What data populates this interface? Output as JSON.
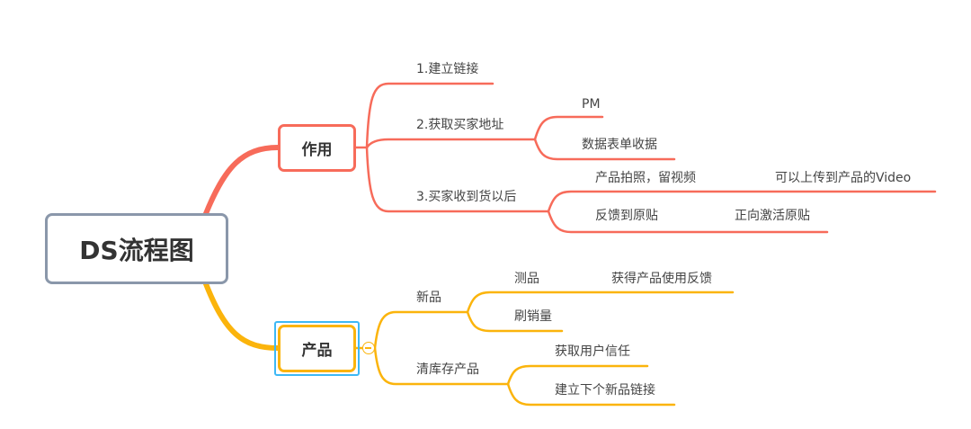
{
  "colors": {
    "red": "#F76B5A",
    "yellow": "#FBB40C",
    "root_border": "#8A97AA",
    "selection": "#3DB8F5"
  },
  "root": {
    "label": "DS流程图"
  },
  "branches": [
    {
      "label": "作用",
      "children": [
        {
          "label": "1.建立链接"
        },
        {
          "label": "2.获取买家地址",
          "children": [
            {
              "label": "PM"
            },
            {
              "label": "数据表单收据"
            }
          ]
        },
        {
          "label": "3.买家收到货以后",
          "children": [
            {
              "label": "产品拍照，留视频",
              "children": [
                {
                  "label": "可以上传到产品的Video"
                }
              ]
            },
            {
              "label": "反馈到原贴",
              "children": [
                {
                  "label": "正向激活原贴"
                }
              ]
            }
          ]
        }
      ]
    },
    {
      "label": "产品",
      "children": [
        {
          "label": "新品",
          "children": [
            {
              "label": "测品",
              "children": [
                {
                  "label": "获得产品使用反馈"
                }
              ]
            },
            {
              "label": "刷销量"
            }
          ]
        },
        {
          "label": "清库存产品",
          "children": [
            {
              "label": "获取用户信任"
            },
            {
              "label": "建立下个新品链接"
            }
          ]
        }
      ]
    }
  ]
}
